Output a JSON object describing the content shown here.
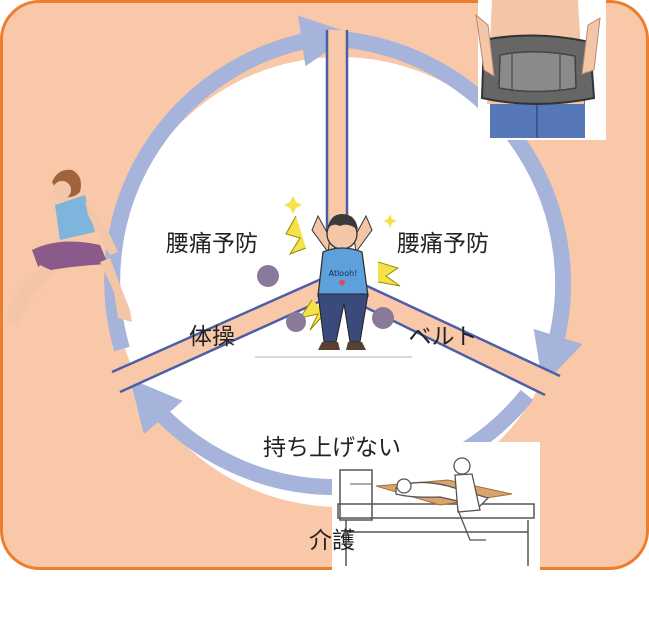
{
  "diagram": {
    "colors": {
      "background": "#f9c8a8",
      "frame_border": "#ee7d2c",
      "circle": "#ffffff",
      "arrow": "#a6b3da",
      "divider": "#4a5fa8",
      "skin": "#f2c6a6"
    },
    "segments": [
      {
        "id": "exercise",
        "line1": "腰痛予防",
        "line2": "体操",
        "icon": "stretching-person-illustration"
      },
      {
        "id": "belt",
        "line1": "腰痛予防",
        "line2": "ベルト",
        "icon": "back-support-belt-illustration"
      },
      {
        "id": "care",
        "line1": "持ち上げない",
        "line2": "介護",
        "icon": "bed-transfer-care-illustration"
      }
    ],
    "center": {
      "icon": "back-pain-person-illustration",
      "shirt_text": "Atlooh!"
    }
  }
}
